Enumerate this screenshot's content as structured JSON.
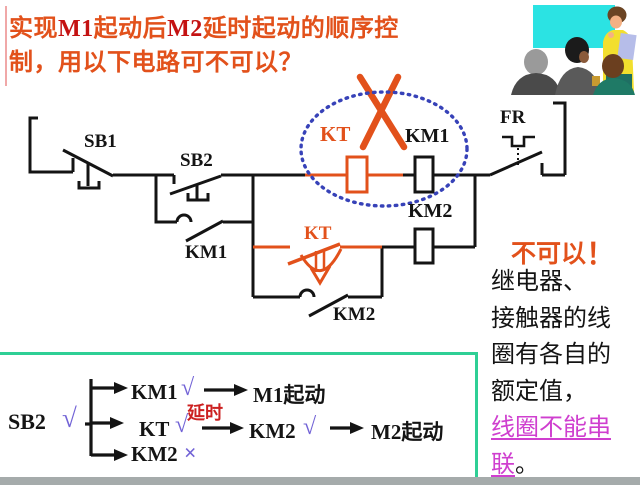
{
  "title": {
    "seg1": "实现",
    "seg2": "M1",
    "seg3": "起动后",
    "seg4": "M2",
    "seg5": "延时起动的顺序控",
    "line2": "制，用以下电路可不可以？"
  },
  "circuit": {
    "labels": {
      "sb1": "SB1",
      "sb2": "SB2",
      "km1_contact": "KM1",
      "kt_coil": "KT",
      "km1_coil": "KM1",
      "km2_coil": "KM2",
      "fr": "FR",
      "kt_delay_contact": "KT",
      "km2_aux_contact": "KM2"
    },
    "icons": {
      "error_cross": "error-cross-icon",
      "series_highlight": "dotted-ellipse-highlight"
    }
  },
  "verdict": {
    "text": "不可以",
    "exclaim": "！"
  },
  "explanation": {
    "line1": "继电器、",
    "line2": "接触器的线",
    "line3": "圈有各自的",
    "line4": "额定值，",
    "line5": "线圈不能串",
    "line6": "联",
    "line6_period": "。"
  },
  "flow": {
    "sb2": "SB2",
    "sb2_check": "√",
    "km1": "KM1",
    "km1_check": "√",
    "m1_start": "M1起动",
    "kt": "KT",
    "kt_check": "√",
    "delay": "延时",
    "km2": "KM2",
    "km2_check": "√",
    "m2_start": "M2起动",
    "km2_no": "KM2",
    "km2_cross": "×"
  },
  "colors": {
    "accent": "#E2511B",
    "darkred": "#C41212",
    "red": "#CC2020",
    "magenta": "#CF3FCF",
    "check": "#7263D6",
    "ellipse": "#3742B8",
    "boxgreen": "#2FCF95",
    "cyan": "#2BE3E3",
    "ink": "#141414",
    "graystrip": "#A5ABAB"
  }
}
